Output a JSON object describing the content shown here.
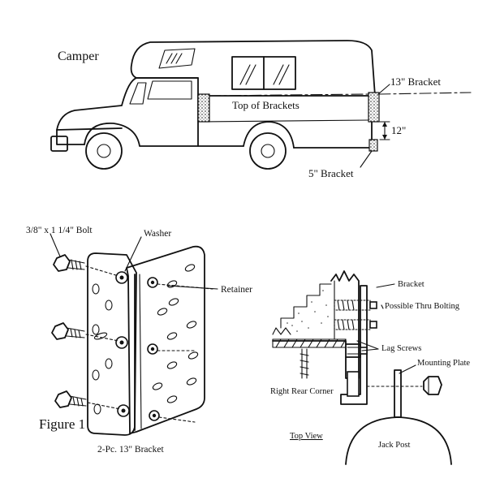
{
  "truck": {
    "title": "Camper",
    "top_brackets": "Top of Brackets",
    "bracket_13": "13\" Bracket",
    "dim_12": "12\"",
    "bracket_5": "5\" Bracket"
  },
  "figure1": {
    "bolt": "3/8\" x 1 1/4\" Bolt",
    "washer": "Washer",
    "retainer": "Retainer",
    "figure_label": "Figure 1",
    "bracket_caption": "2-Pc. 13\" Bracket"
  },
  "topview": {
    "bracket": "Bracket",
    "thru_bolting": "Possible Thru Bolting",
    "lag_screws": "Lag Screws",
    "mounting_plate": "Mounting Plate",
    "rear_corner": "Right Rear Corner",
    "top_view": "Top View",
    "jack_post": "Jack Post"
  }
}
